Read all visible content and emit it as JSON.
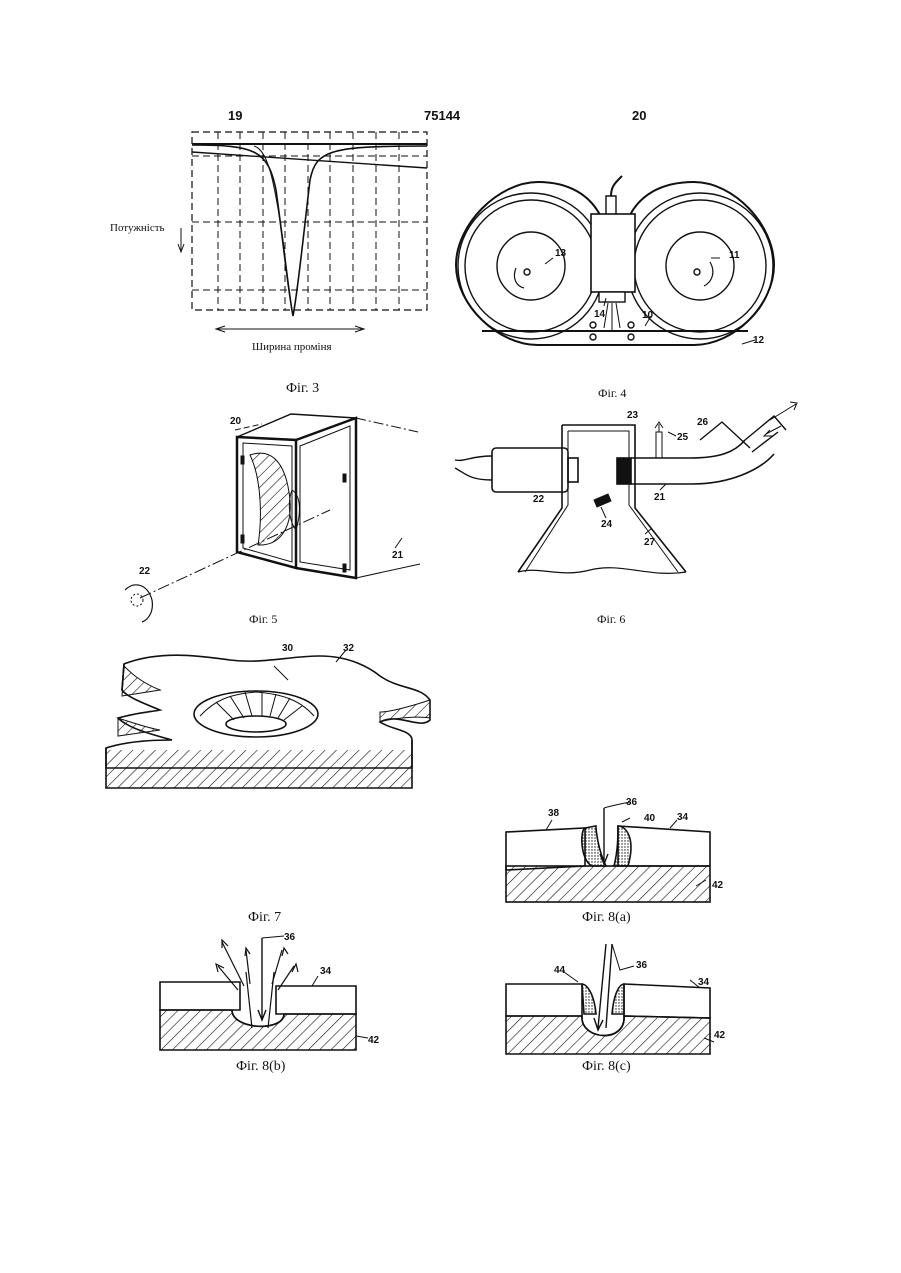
{
  "header": {
    "left_page": "19",
    "patent_number": "75144",
    "right_page": "20"
  },
  "fig3": {
    "caption": "Фіг. 3",
    "y_axis_label": "Потужність",
    "x_axis_label": "Ширина проміня"
  },
  "fig4": {
    "caption": "Фіг. 4",
    "refs": [
      "10",
      "11",
      "12",
      "13",
      "14"
    ]
  },
  "fig5": {
    "caption": "Фіг. 5",
    "refs": [
      "20",
      "21",
      "22"
    ]
  },
  "fig6": {
    "caption": "Фіг. 6",
    "refs": [
      "21",
      "22",
      "23",
      "24",
      "25",
      "26",
      "27"
    ]
  },
  "fig7": {
    "caption": "Фіг. 7",
    "refs": [
      "30",
      "32"
    ]
  },
  "fig8a": {
    "caption": "Фіг. 8(a)",
    "refs": [
      "34",
      "36",
      "38",
      "40",
      "42"
    ]
  },
  "fig8b": {
    "caption": "Фіг. 8(b)",
    "refs": [
      "34",
      "36",
      "42"
    ]
  },
  "fig8c": {
    "caption": "Фіг. 8(c)",
    "refs": [
      "34",
      "36",
      "42",
      "44"
    ]
  }
}
